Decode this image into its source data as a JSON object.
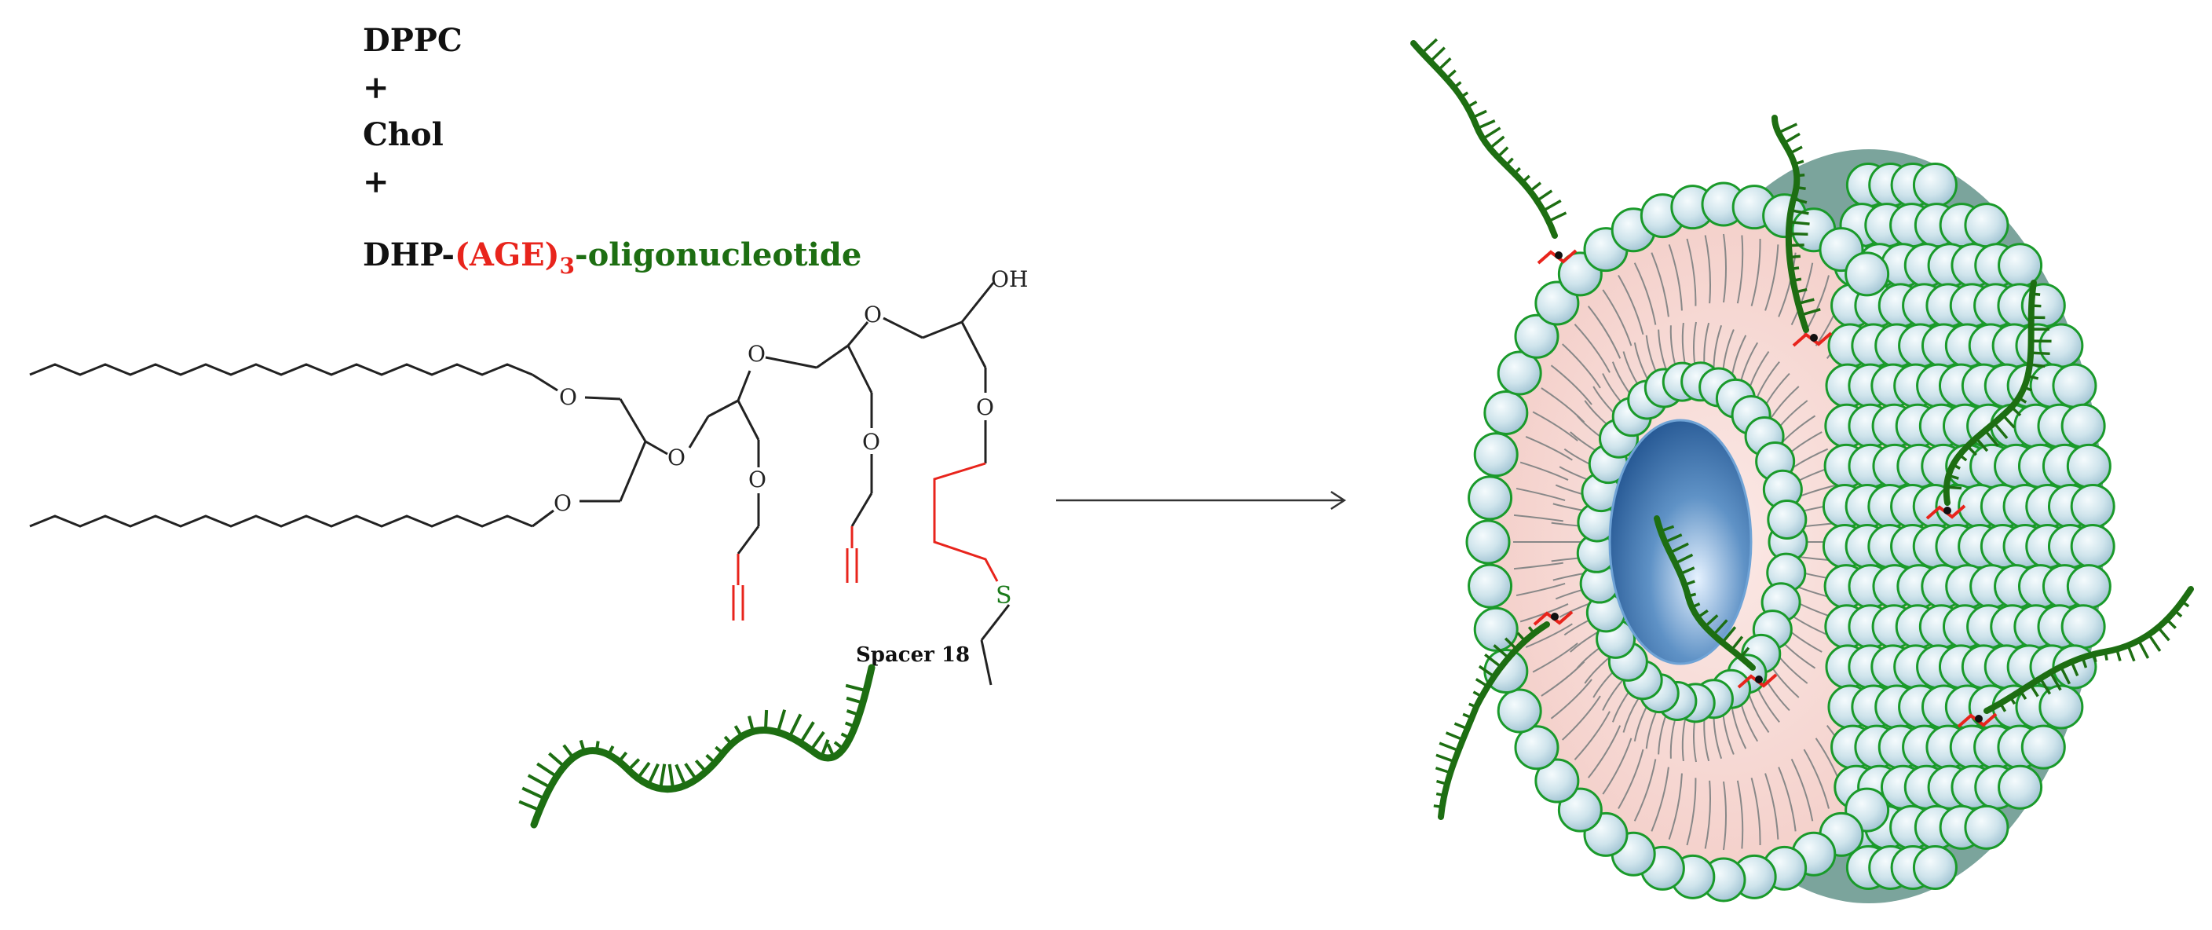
{
  "components": {
    "line1": "DPPC",
    "plus1": "+",
    "line2": "Chol",
    "plus2": "+",
    "conjugate_prefix": "DHP-",
    "conjugate_group": "(AGE)",
    "conjugate_subscript": "3",
    "conjugate_suffix": "-oligonucleotide"
  },
  "structure": {
    "atom_oxygen": "O",
    "atom_hydroxyl": "OH",
    "atom_sulfur": "S",
    "spacer_label": "Spacer 18"
  },
  "colors": {
    "text": "#111111",
    "allyl_red": "#e8241c",
    "dna_green": "#1d6e12",
    "sphere_fill": "#cfe4ec",
    "sphere_edge": "#1a9a2a",
    "bilayer_pink": "#f6d6d2",
    "core_blue": "#2a66a8"
  }
}
